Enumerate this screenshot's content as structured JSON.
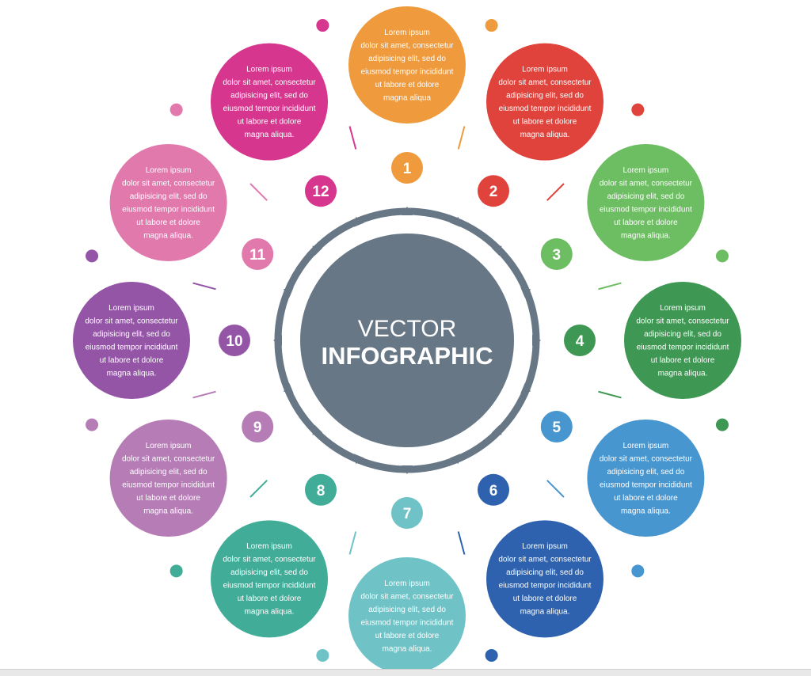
{
  "center": {
    "title_line1": "VECTOR",
    "title_line2": "INFOGRAPHIC",
    "color": "#687786",
    "ring_color": "#687786"
  },
  "items": [
    {
      "number": "1",
      "color": "#EE9A3D",
      "lines": [
        "Lorem ipsum",
        "dolor sit amet, consectetur",
        "adipisicing elit, sed do",
        "eiusmod tempor incididunt",
        "ut labore et dolore",
        "magna aliqua"
      ]
    },
    {
      "number": "2",
      "color": "#E0433C",
      "lines": [
        "Lorem ipsum",
        "dolor sit amet, consectetur",
        "adipisicing elit, sed do",
        "eiusmod tempor incididunt",
        "ut labore et dolore",
        "magna aliqua."
      ]
    },
    {
      "number": "3",
      "color": "#6DBE62",
      "lines": [
        "Lorem ipsum",
        "dolor sit amet, consectetur",
        "adipisicing elit, sed do",
        "eiusmod tempor incididunt",
        "ut labore et dolore",
        "magna aliqua."
      ]
    },
    {
      "number": "4",
      "color": "#3E9752",
      "lines": [
        "Lorem ipsum",
        "dolor sit amet, consectetur",
        "adipisicing elit, sed do",
        "eiusmod tempor incididunt",
        "ut labore et dolore",
        "magna aliqua."
      ]
    },
    {
      "number": "5",
      "color": "#4896D0",
      "lines": [
        "Lorem ipsum",
        "dolor sit amet, consectetur",
        "adipisicing elit, sed do",
        "eiusmod tempor incididunt",
        "ut labore et dolore",
        "magna aliqua."
      ]
    },
    {
      "number": "6",
      "color": "#2E62AE",
      "lines": [
        "Lorem ipsum",
        "dolor sit amet, consectetur",
        "adipisicing elit, sed do",
        "eiusmod tempor incididunt",
        "ut labore et dolore",
        "magna aliqua."
      ]
    },
    {
      "number": "7",
      "color": "#6FC3C6",
      "lines": [
        "Lorem ipsum",
        "dolor sit amet, consectetur",
        "adipisicing elit, sed do",
        "eiusmod tempor incididunt",
        "ut labore et dolore",
        "magna aliqua."
      ]
    },
    {
      "number": "8",
      "color": "#41AD98",
      "lines": [
        "Lorem ipsum",
        "dolor sit amet, consectetur",
        "adipisicing elit, sed do",
        "eiusmod tempor incididunt",
        "ut labore et dolore",
        "magna aliqua."
      ]
    },
    {
      "number": "9",
      "color": "#B57CB6",
      "lines": [
        "Lorem ipsum",
        "dolor sit amet, consectetur",
        "adipisicing elit, sed do",
        "eiusmod tempor incididunt",
        "ut labore et dolore",
        "magna aliqua."
      ]
    },
    {
      "number": "10",
      "color": "#9455A7",
      "lines": [
        "Lorem ipsum",
        "dolor sit amet, consectetur",
        "adipisicing elit, sed do",
        "eiusmod tempor incididunt",
        "ut labore et dolore",
        "magna aliqua."
      ]
    },
    {
      "number": "11",
      "color": "#E279AD",
      "lines": [
        "Lorem ipsum",
        "dolor sit amet, consectetur",
        "adipisicing elit, sed do",
        "eiusmod tempor incididunt",
        "ut labore et dolore",
        "magna aliqua."
      ]
    },
    {
      "number": "12",
      "color": "#D6368D",
      "lines": [
        "Lorem ipsum",
        "dolor sit amet, consectetur",
        "adipisicing elit, sed do",
        "eiusmod tempor incididunt",
        "ut labore et dolore",
        "magna aliqua."
      ]
    }
  ]
}
